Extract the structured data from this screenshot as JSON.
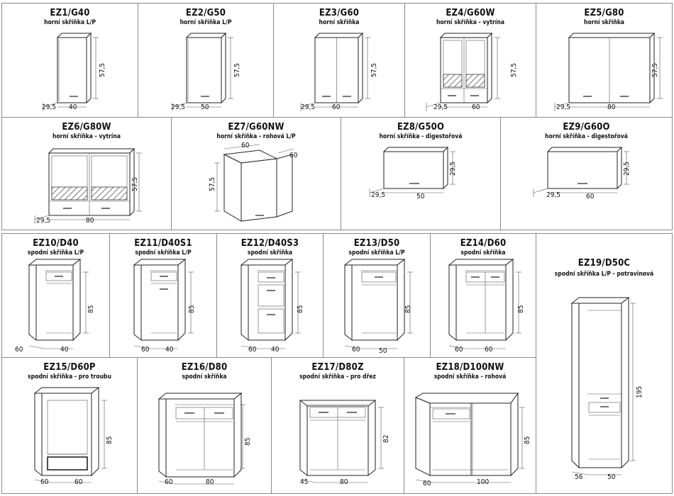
{
  "cabinets": {
    "ez1": {
      "code": "EZ1/G40",
      "desc": "horní skříňka L/P",
      "depth": "29,5",
      "width": "40",
      "height": "57,5"
    },
    "ez2": {
      "code": "EZ2/G50",
      "desc": "horní skříňka L/P",
      "depth": "29,5",
      "width": "50",
      "height": "57,5"
    },
    "ez3": {
      "code": "EZ3/G60",
      "desc": "horní skříňka",
      "depth": "29,5",
      "width": "60",
      "height": "57,5"
    },
    "ez4": {
      "code": "EZ4/G60W",
      "desc": "horní skříňka - vytrína",
      "depth": "29,5",
      "width": "60",
      "height": "57,5"
    },
    "ez5": {
      "code": "EZ5/G80",
      "desc": "horní skříňka",
      "depth": "29,5",
      "width": "80",
      "height": "57,5"
    },
    "ez6": {
      "code": "EZ6/G80W",
      "desc": "horní skříňka - vytrína",
      "depth": "29,5",
      "width": "80",
      "height": "57,5"
    },
    "ez7": {
      "code": "EZ7/G60NW",
      "desc": "horní skříňka - rohová L/P",
      "width_a": "60",
      "width_b": "60",
      "height": "57,5"
    },
    "ez8": {
      "code": "EZ8/G50O",
      "desc": "horní skříňka - digestořová",
      "depth": "29,5",
      "width": "50",
      "height": "29,5"
    },
    "ez9": {
      "code": "EZ9/G60O",
      "desc": "horní skříňka - digestořová",
      "depth": "29,5",
      "width": "60",
      "height": "29,5"
    },
    "ez10": {
      "code": "EZ10/D40",
      "desc": "spodní skříňka L/P",
      "depth": "60",
      "width": "40",
      "height": "85"
    },
    "ez11": {
      "code": "EZ11/D40S1",
      "desc": "spodní skříňka L/P",
      "depth": "60",
      "width": "40",
      "height": "85"
    },
    "ez12": {
      "code": "EZ12/D40S3",
      "desc": "spodní skříňka",
      "depth": "60",
      "width": "40",
      "height": "85"
    },
    "ez13": {
      "code": "EZ13/D50",
      "desc": "spodní skříňka L/P",
      "depth": "60",
      "width": "50",
      "height": "85"
    },
    "ez14": {
      "code": "EZ14/D60",
      "desc": "spodní skříňka",
      "depth": "60",
      "width": "60",
      "height": "85"
    },
    "ez15": {
      "code": "EZ15/D60P",
      "desc": "spodní skříňka - pro troubu",
      "depth": "60",
      "width": "60",
      "height": "85"
    },
    "ez16": {
      "code": "EZ16/D80",
      "desc": "spodní skříňka",
      "depth": "60",
      "width": "80",
      "height": "85"
    },
    "ez17": {
      "code": "EZ17/D80Z",
      "desc": "spodní skříňka - pro dřez",
      "depth": "45",
      "width": "80",
      "height": "82"
    },
    "ez18": {
      "code": "EZ18/D100NW",
      "desc": "spodní skříňka - rohová",
      "depth": "60",
      "width": "100",
      "height": "85"
    },
    "ez19": {
      "code": "EZ19/D50C",
      "desc": "spodní skříňka L/P - potravinová",
      "depth": "56",
      "width": "50",
      "height": "195"
    }
  }
}
